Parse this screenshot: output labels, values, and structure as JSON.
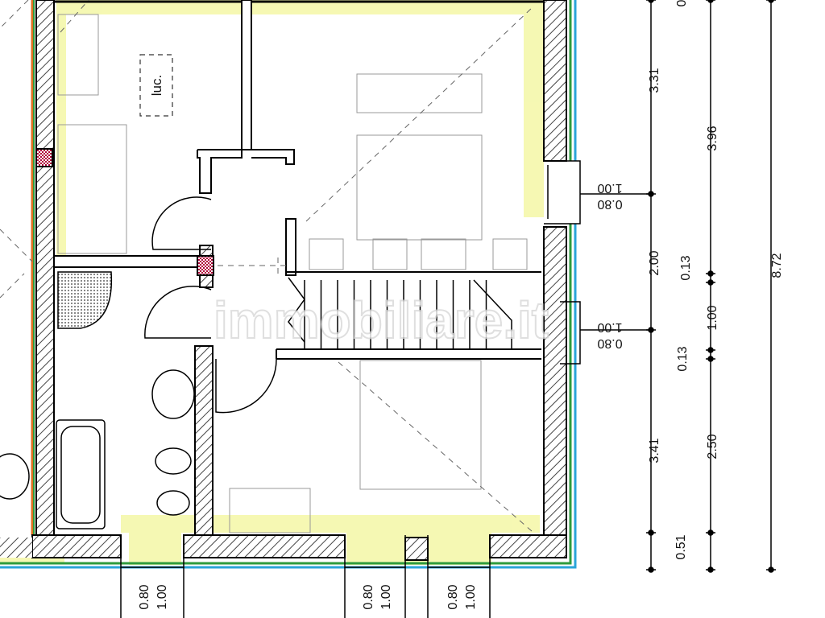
{
  "room_label": "luc.",
  "watermark": "immobiliare.it",
  "colors": {
    "wall": "#000000",
    "hatch": "#555555",
    "highlight": "#f4f7a6",
    "green_line": "#2e9b3d",
    "blue_line": "#2aa4d8",
    "orange_line": "#e07020",
    "column": "#b0003a"
  },
  "dimensions": {
    "right_chain": {
      "labels": [
        "3.31",
        "2.00",
        "3.41",
        "0.51"
      ]
    },
    "middle_chain": {
      "labels": [
        "3.96",
        "0.13",
        "1.00",
        "0.13",
        "2.50"
      ]
    },
    "total": {
      "label": "8.72"
    },
    "top_cut_label": "0",
    "window_upper": {
      "top": "1.00",
      "bottom": "0.80"
    },
    "window_middle": {
      "top": "1.00",
      "bottom": "0.80"
    },
    "bottom_windows": [
      {
        "a": "0.80",
        "b": "1.00"
      },
      {
        "a": "0.80",
        "b": "1.00"
      },
      {
        "a": "0.80",
        "b": "1.00"
      }
    ]
  }
}
